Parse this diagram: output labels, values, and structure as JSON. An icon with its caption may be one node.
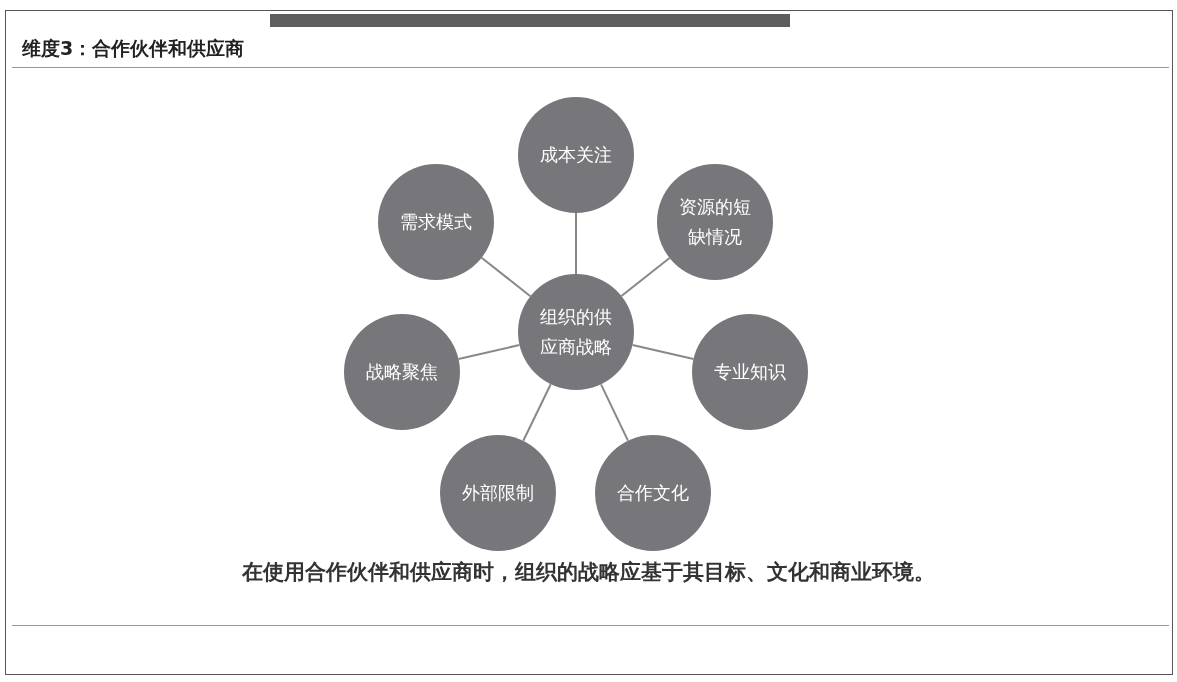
{
  "diagram": {
    "title": "维度3：合作伙伴和供应商",
    "caption": "在使用合作伙伴和供应商时，组织的战略应基于其目标、文化和商业环境。",
    "nodes": [
      {
        "text": [
          "成本关注"
        ]
      },
      {
        "text": [
          "需求模式"
        ]
      },
      {
        "text": [
          "资源的短缺情况"
        ]
      },
      {
        "text": [
          "组织的供应商战略"
        ]
      },
      {
        "text": [
          "战略聚焦"
        ]
      },
      {
        "text": [
          "专业知识"
        ]
      },
      {
        "text": [
          "外部限制"
        ]
      },
      {
        "text": [
          "合作文化"
        ]
      }
    ],
    "edges": [
      {
        "from": 3,
        "to": 0,
        "arrow": "none"
      },
      {
        "from": 3,
        "to": 1,
        "arrow": "none"
      },
      {
        "from": 3,
        "to": 2,
        "arrow": "none"
      },
      {
        "from": 3,
        "to": 4,
        "arrow": "none"
      },
      {
        "from": 3,
        "to": 5,
        "arrow": "none"
      },
      {
        "from": 3,
        "to": 6,
        "arrow": "none"
      },
      {
        "from": 3,
        "to": 7,
        "arrow": "none"
      }
    ]
  }
}
